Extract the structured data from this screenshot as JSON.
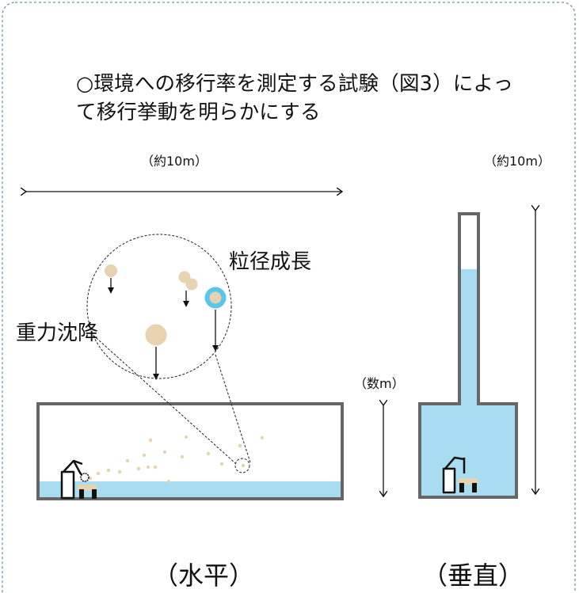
{
  "heading": {
    "line1": "○環境への移行率を測定する試験（図3）によっ",
    "line2": "て移行挙動を明らかにする"
  },
  "labels": {
    "horizontal_distance": "（約10m）",
    "vertical_distance": "（約10m）",
    "tank_height": "（数m）",
    "particle_growth": "粒径成長",
    "gravity_settling": "重力沈降"
  },
  "captions": {
    "horizontal": "（水平）",
    "vertical": "（垂直）"
  },
  "colors": {
    "water": "#a8dcf0",
    "particle": "#e8d3b0",
    "grown_particle_ring": "#5bc6ec",
    "tank_outline": "#666666",
    "frame_border": "#6b8db5"
  }
}
